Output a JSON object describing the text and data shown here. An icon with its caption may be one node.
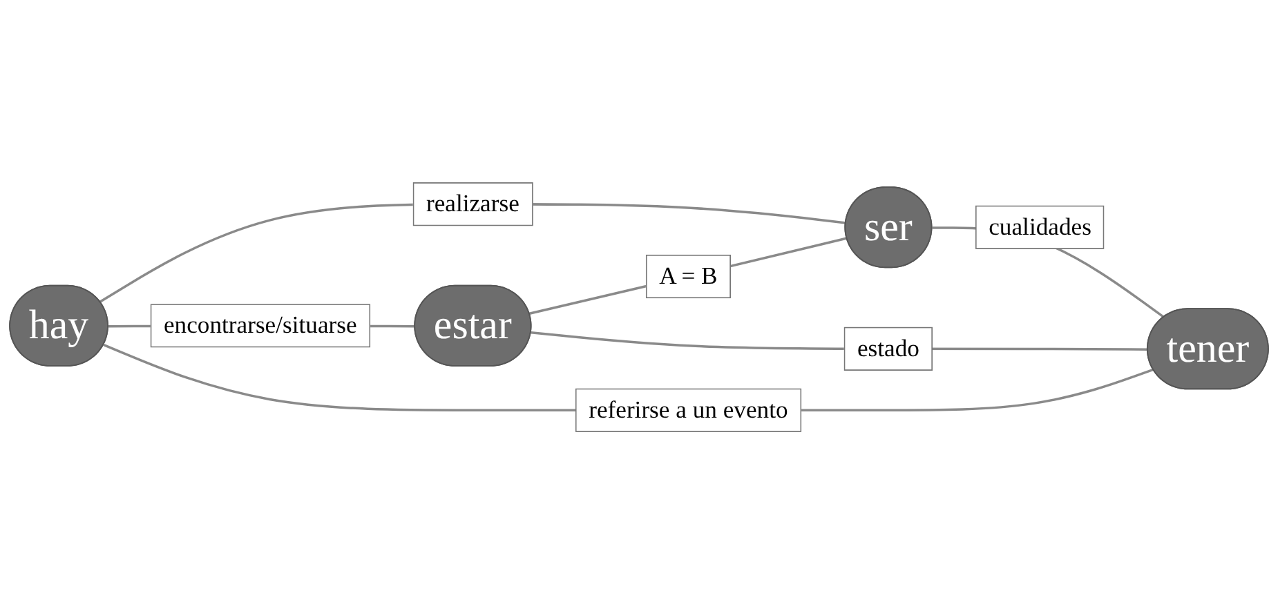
{
  "diagram": {
    "nodes": [
      {
        "text": [
          "hay"
        ]
      },
      {
        "text": [
          "ser"
        ]
      },
      {
        "text": [
          "estar"
        ]
      },
      {
        "text": [
          "tener"
        ]
      }
    ],
    "edges": [
      {
        "from": 0,
        "to": 1,
        "arrow": "none",
        "label": "realizarse"
      },
      {
        "from": 2,
        "to": 1,
        "arrow": "none",
        "label": "A = B"
      },
      {
        "from": 1,
        "to": 3,
        "arrow": "none",
        "label": "cualidades"
      },
      {
        "from": 0,
        "to": 2,
        "arrow": "none",
        "label": "encontrarse/situarse"
      },
      {
        "from": 2,
        "to": 3,
        "arrow": "none",
        "label": "estado"
      },
      {
        "from": 0,
        "to": 3,
        "arrow": "none",
        "label": "referirse a un evento"
      }
    ]
  }
}
